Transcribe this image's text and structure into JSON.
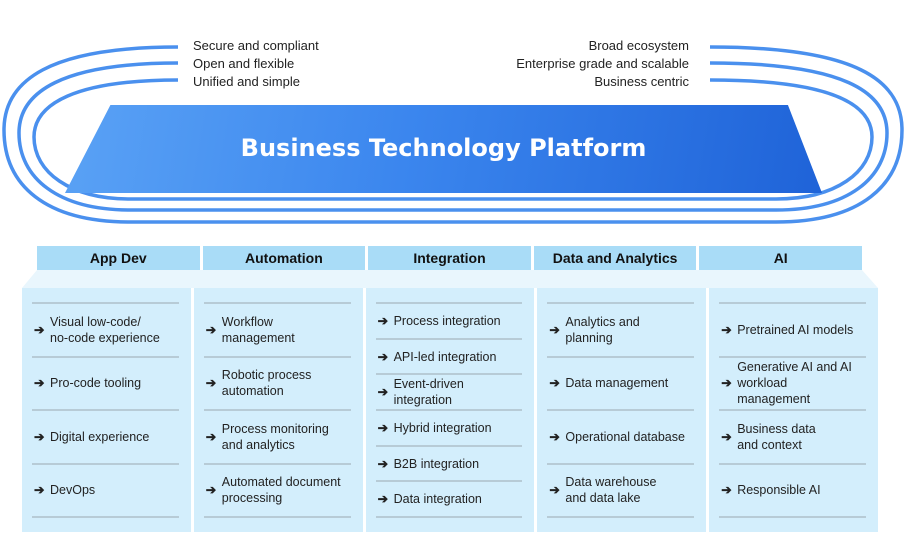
{
  "left_tags": [
    "Secure and compliant",
    "Open and flexible",
    "Unified and simple"
  ],
  "right_tags": [
    "Broad ecosystem",
    "Enterprise grade and scalable",
    "Business centric"
  ],
  "platform_title": "Business Technology Platform",
  "colors": {
    "track": "#4a90ee",
    "platform_start": "#5aa2f5",
    "platform_end": "#1f63d8",
    "header_bg": "#a9dcf7",
    "body_bg": "#d3eefc"
  },
  "columns": [
    {
      "title": "App Dev",
      "items": [
        "Visual low-code/\nno-code experience",
        "Pro-code tooling",
        "Digital experience",
        "DevOps"
      ]
    },
    {
      "title": "Automation",
      "items": [
        "Workflow\nmanagement",
        "Robotic process\nautomation",
        "Process monitoring\nand analytics",
        "Automated document\nprocessing"
      ]
    },
    {
      "title": "Integration",
      "items": [
        "Process integration",
        "API-led integration",
        "Event-driven\nintegration",
        "Hybrid integration",
        "B2B integration",
        "Data integration"
      ]
    },
    {
      "title": "Data and Analytics",
      "items": [
        "Analytics and\nplanning",
        "Data management",
        "Operational database",
        "Data warehouse\nand data lake"
      ]
    },
    {
      "title": "AI",
      "items": [
        "Pretrained AI models",
        "Generative AI and AI\nworkload\nmanagement",
        "Business data\nand context",
        "Responsible AI"
      ]
    }
  ],
  "arrow_icon": "➔"
}
